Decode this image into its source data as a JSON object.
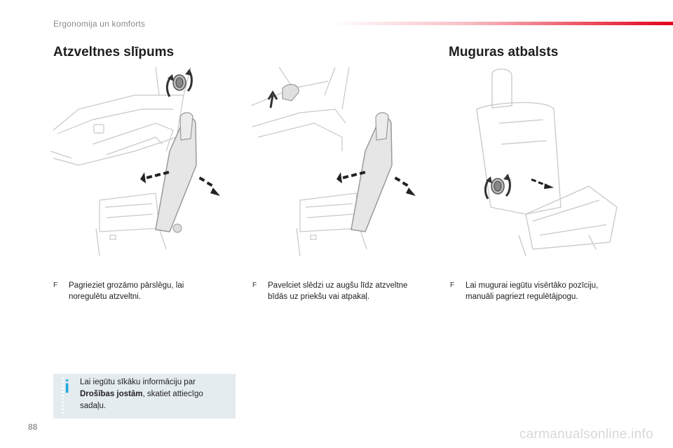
{
  "header": {
    "section": "Ergonomija un komforts"
  },
  "titles": {
    "left": "Atzveltnes slīpums",
    "right": "Muguras atbalsts"
  },
  "instructions": [
    {
      "bullet": "F",
      "text": "Pagrieziet grozāmo pārslēgu, lai noregulētu atzveltni."
    },
    {
      "bullet": "F",
      "text": "Pavelciet slēdzi uz augšu līdz atzveltne bīdās uz priekšu vai atpakaļ."
    },
    {
      "bullet": "F",
      "text": "Lai mugurai iegūtu visērtāko pozīciju, manuāli pagriezt regulētājpogu."
    }
  ],
  "info": {
    "text_before": "Lai iegūtu sīkāku informāciju par ",
    "bold": "Drošības jostām",
    "text_after": ", skatiet attiecīgo sadaļu."
  },
  "page_number": "88",
  "watermark": "carmanualsonline.info",
  "colors": {
    "accent_red": "#e2001a",
    "info_bg": "#e5ecf0",
    "info_icon": "#1fa8e0"
  }
}
